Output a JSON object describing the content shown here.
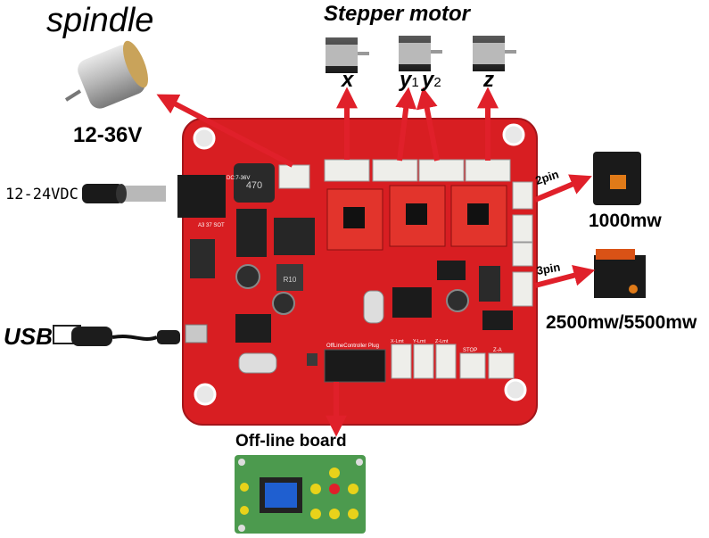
{
  "labels": {
    "spindle": "spindle",
    "spindle_voltage": "12-36V",
    "stepper_title": "Stepper motor",
    "axis_x": "x",
    "axis_y1": "y",
    "axis_y1_sub": "1",
    "axis_y2": "y",
    "axis_y2_sub": "2",
    "axis_z": "z",
    "power_input": "12-24VDC",
    "usb": "USB",
    "pin2": "2pin",
    "pin3": "3pin",
    "laser_small": "1000mw",
    "laser_large": "2500mw/5500mw",
    "offline_board": "Off-line board"
  },
  "board_silkscreen": {
    "dc_label": "DC:7-36V",
    "offline_plug": "OffLineController Plug",
    "stop": "STOP",
    "x_limit": "X-Lmt",
    "y_limit": "Y-Lmt",
    "z_limit": "Z-Lmt",
    "z_axis_label": "Z-A",
    "inductor": "470",
    "inductor2": "R10",
    "reg": "A3 37 SOT"
  },
  "colors": {
    "board": "#d81e22",
    "arrow": "#e0202a",
    "driver": "#e2342c",
    "connector": "#eeeeea",
    "offline_board": "#4c9a4e"
  }
}
